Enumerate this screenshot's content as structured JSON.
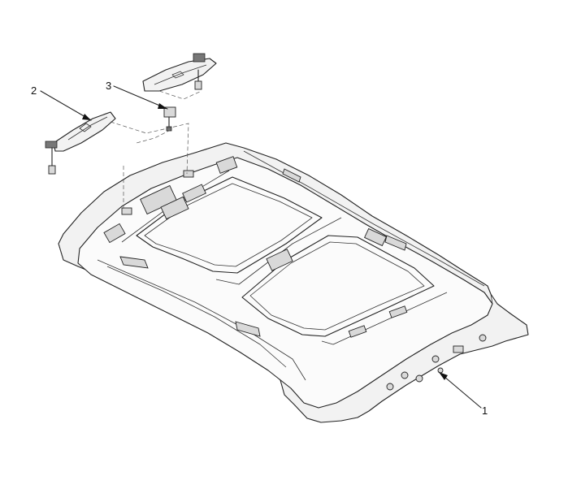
{
  "callouts": {
    "headlining": "1",
    "sun_visor": "2",
    "visor_retainer": "3"
  },
  "colors": {
    "line": "#222222",
    "fill": "#f2f2f2"
  }
}
